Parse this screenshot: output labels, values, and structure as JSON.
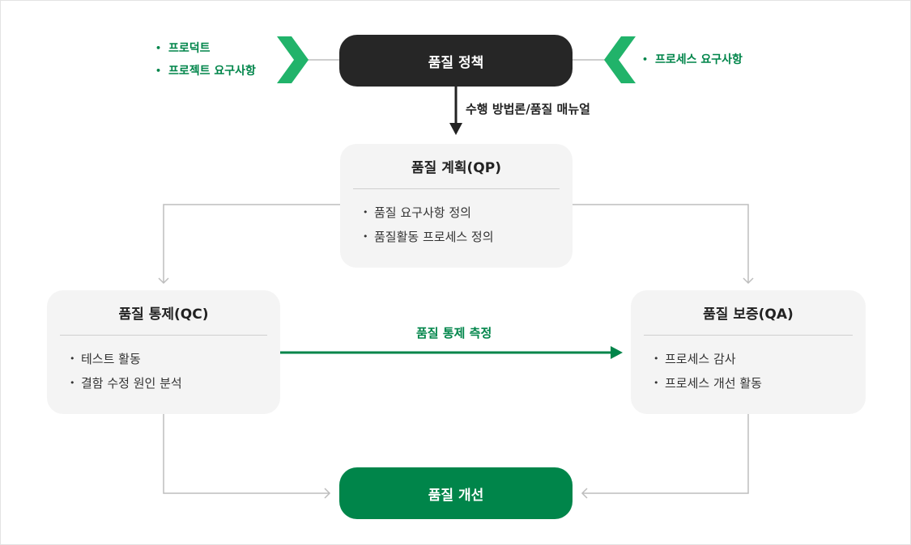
{
  "policy": {
    "title": "품질 정책"
  },
  "inputs_left": [
    "프로덕트",
    "프로젝트 요구사항"
  ],
  "inputs_right": [
    "프로세스 요구사항"
  ],
  "edge_policy_to_plan": "수행 방법론/품질 매뉴얼",
  "plan": {
    "title": "품질 계획(QP)",
    "items": [
      "품질 요구사항 정의",
      "품질활동 프로세스 정의"
    ]
  },
  "control": {
    "title": "품질 통제(QC)",
    "items": [
      "테스트 활동",
      "결함 수정 원인 분석"
    ]
  },
  "assurance": {
    "title": "품질 보증(QA)",
    "items": [
      "프로세스 감사",
      "프로세스 개선 활동"
    ]
  },
  "edge_control_to_assurance": "품질 통제 측정",
  "improvement": {
    "title": "품질 개선"
  },
  "colors": {
    "green": "#00854a",
    "chevron": "#21b36a",
    "dark": "#262626",
    "box": "#f4f4f4",
    "line": "#bdbdbd"
  }
}
